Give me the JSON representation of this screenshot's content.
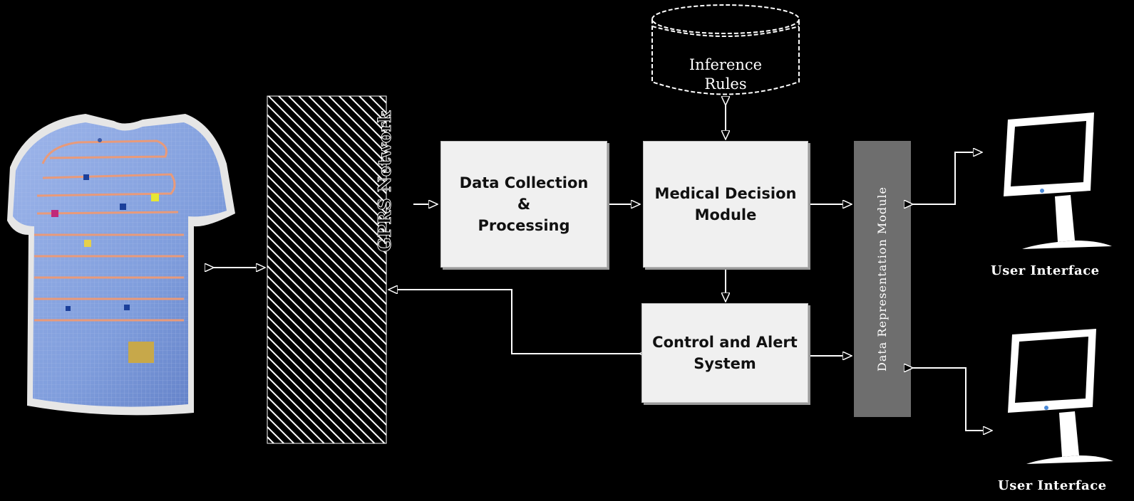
{
  "nodes": {
    "inference_rules": "Inference\nRules",
    "data_collection": "Data Collection\n&\nProcessing",
    "medical_decision": "Medical Decision\nModule",
    "control_alert": "Control and Alert\nSystem",
    "data_representation": "Data Representation Module",
    "gprs_network": "GPRS Network",
    "user_interface_1": "User Interface",
    "user_interface_2": "User Interface"
  },
  "colors": {
    "background": "#000000",
    "box_fill": "#f0f0f0",
    "module_bar": "#6e6e6e",
    "shirt": "#7a9bd8",
    "shirt_wires": "#e89a7a"
  },
  "icons": [
    "smart-shirt-icon",
    "database-icon",
    "monitor-icon"
  ]
}
